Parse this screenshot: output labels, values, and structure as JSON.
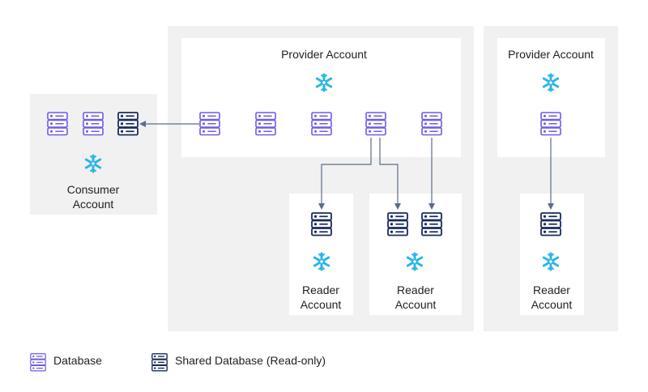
{
  "provider_main": {
    "title": "Provider Account"
  },
  "provider_side": {
    "title": "Provider Account"
  },
  "consumer": {
    "title_line1": "Consumer",
    "title_line2": "Account"
  },
  "reader_1": {
    "title_line1": "Reader",
    "title_line2": "Account"
  },
  "reader_2": {
    "title_line1": "Reader",
    "title_line2": "Account"
  },
  "reader_3": {
    "title_line1": "Reader",
    "title_line2": "Account"
  },
  "legend": {
    "database_label": "Database",
    "shared_label": "Shared Database (Read-only)"
  },
  "colors": {
    "database": "#6c5ce7",
    "shared_database": "#1a2b5b",
    "snowflake": "#29b5e8",
    "arrow": "#5a6c8a",
    "group_bg": "#f1f1f1"
  },
  "icons": {
    "database": "database-icon",
    "shared_database": "shared-database-icon",
    "snowflake": "snowflake-icon"
  }
}
